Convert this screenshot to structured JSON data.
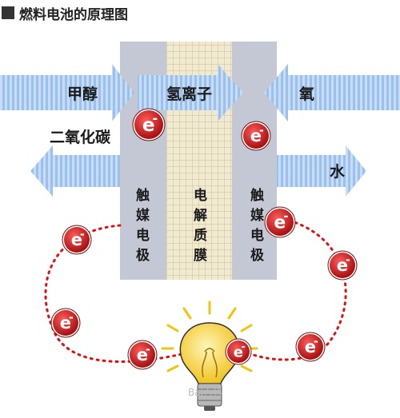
{
  "title": "燃料电池的原理图",
  "labels": {
    "methanol": "甲醇",
    "hydrogen_ion": "氢离子",
    "oxygen": "氧",
    "co2": "二氧化碳",
    "water": "水",
    "catalyst_left": [
      "触",
      "媒",
      "电",
      "极"
    ],
    "electrolyte": [
      "电",
      "解",
      "质",
      "膜"
    ],
    "catalyst_right": [
      "触",
      "媒",
      "电",
      "极"
    ]
  },
  "electron_label": "e",
  "electron_sign": "-",
  "watermark": "Bai百科",
  "colors": {
    "arrow": "#8fb4e6",
    "electron": "#c81e1e",
    "electrode": "#c9cdd8",
    "membrane": "#efe6c4",
    "circuit": "#e01010",
    "bulb": "#f7d640"
  }
}
